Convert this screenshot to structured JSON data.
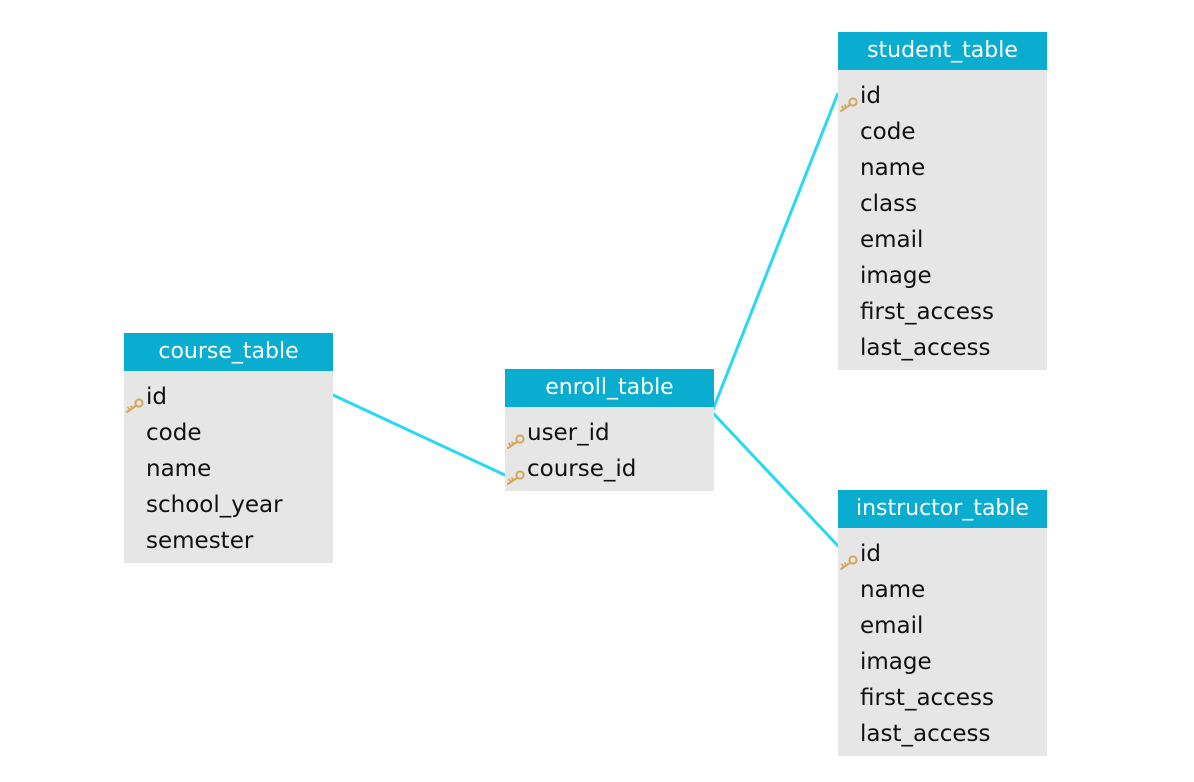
{
  "colors": {
    "header_bg": "#0aacd0",
    "header_text": "#ffffff",
    "body_bg": "#e6e6e6",
    "field_text": "#111111",
    "connector": "#29d8f5",
    "key": "#d4a85a"
  },
  "tables": {
    "course": {
      "name": "course_table",
      "fields": [
        {
          "label": "id",
          "key": true
        },
        {
          "label": "code",
          "key": false
        },
        {
          "label": "name",
          "key": false
        },
        {
          "label": "school_year",
          "key": false
        },
        {
          "label": "semester",
          "key": false
        }
      ]
    },
    "enroll": {
      "name": "enroll_table",
      "fields": [
        {
          "label": "user_id",
          "key": true
        },
        {
          "label": "course_id",
          "key": true
        }
      ]
    },
    "student": {
      "name": "student_table",
      "fields": [
        {
          "label": "id",
          "key": true
        },
        {
          "label": "code",
          "key": false
        },
        {
          "label": "name",
          "key": false
        },
        {
          "label": "class",
          "key": false
        },
        {
          "label": "email",
          "key": false
        },
        {
          "label": "image",
          "key": false
        },
        {
          "label": "first_access",
          "key": false
        },
        {
          "label": "last_access",
          "key": false
        }
      ]
    },
    "instructor": {
      "name": "instructor_table",
      "fields": [
        {
          "label": "id",
          "key": true
        },
        {
          "label": "name",
          "key": false
        },
        {
          "label": "email",
          "key": false
        },
        {
          "label": "image",
          "key": false
        },
        {
          "label": "first_access",
          "key": false
        },
        {
          "label": "last_access",
          "key": false
        }
      ]
    }
  },
  "relationships": [
    {
      "from": "course_table.id",
      "to": "enroll_table.course_id"
    },
    {
      "from": "enroll_table.user_id",
      "to": "student_table.id"
    },
    {
      "from": "enroll_table.user_id",
      "to": "instructor_table.id"
    }
  ]
}
